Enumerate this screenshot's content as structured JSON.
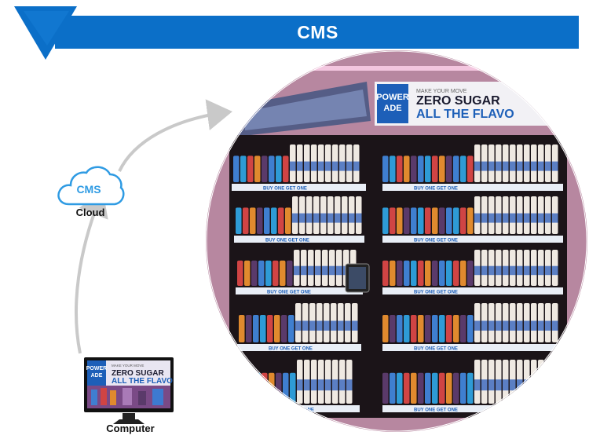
{
  "banner": {
    "title": "CMS"
  },
  "cloud": {
    "label": "CMS",
    "caption": "Cloud"
  },
  "computer": {
    "caption": "Computer",
    "screen": {
      "brand": "POWERADE",
      "tagline": "MAKE YOUR MOVE",
      "headline1": "ZERO SUGAR",
      "headline2": "ALL THE FLAVO"
    }
  },
  "store": {
    "header": {
      "brand_line1": "POWER",
      "brand_line2": "ADE",
      "tagline": "MAKE YOUR MOVE",
      "headline1": "ZERO SUGAR",
      "headline2": "ALL THE FLAVO"
    },
    "shelf_promo": "BUY ONE GET ONE"
  },
  "colors": {
    "banner_blue": "#0b6fc8",
    "cloud_blue": "#2f9be3",
    "arrow_gray": "#c9c9c9",
    "store_pink": "#b07a96"
  }
}
